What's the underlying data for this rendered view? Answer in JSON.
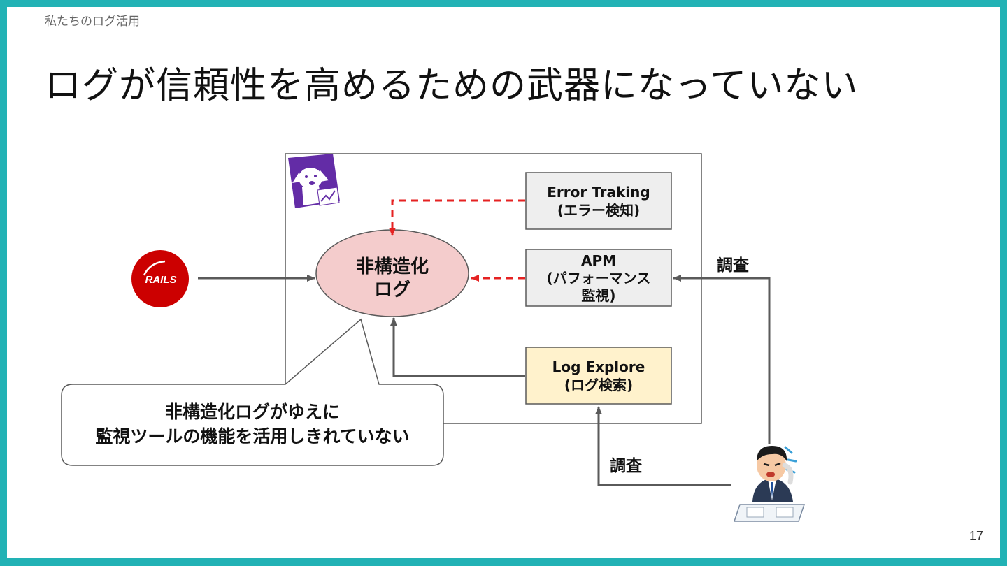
{
  "slide": {
    "section_label": "私たちのログ活用",
    "title": "ログが信頼性を高めるための武器になっていない",
    "page_number": "17"
  },
  "diagram": {
    "rails_logo_text": "RAILS",
    "central_node": {
      "line1": "非構造化",
      "line2": "ログ"
    },
    "error_tracking": {
      "line1": "Error Traking",
      "line2": "(エラー検知)"
    },
    "apm": {
      "line1": "APM",
      "line2": "(パフォーマンス",
      "line3": "監視)"
    },
    "log_explore": {
      "line1": "Log Explore",
      "line2": "(ログ検索)"
    },
    "investigate_label_top": "調査",
    "investigate_label_bottom": "調査",
    "callout": {
      "line1": "非構造化ログがゆえに",
      "line2": "監視ツールの機能を活用しきれていない"
    }
  },
  "colors": {
    "frame": "#22b2b5",
    "arrow_gray": "#5a5a5a",
    "arrow_red": "#e52222",
    "ellipse_fill": "#f4cccc",
    "box_gray": "#eeeeee",
    "box_yellow": "#fff2cc",
    "datadog_purple": "#632ca6",
    "rails_red": "#cc0000"
  },
  "icons": [
    "datadog-dog-icon",
    "rails-logo-icon",
    "phone-worker-icon"
  ]
}
